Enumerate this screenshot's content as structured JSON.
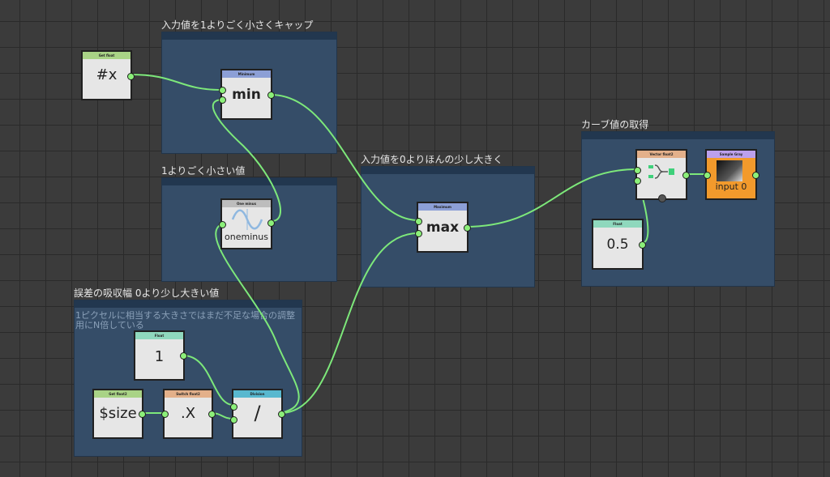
{
  "frames": {
    "cap": {
      "title": "入力値を1よりごく小さくキャップ"
    },
    "small": {
      "title": "1よりごく小さい値"
    },
    "eps": {
      "title": "誤差の吸収幅 0より少し大きい値",
      "note": "1ピクセルに相当する大きさではまだ不足な場合の調整用にN倍している"
    },
    "maxf": {
      "title": "入力値を0よりほんの少し大きく"
    },
    "curve": {
      "title": "カーブ値の取得"
    }
  },
  "nodes": {
    "getx": {
      "header": "Get float",
      "label": "#x"
    },
    "min": {
      "header": "Minimum",
      "label": "min"
    },
    "oneminus": {
      "header": "One minus",
      "label": "oneminus"
    },
    "float1": {
      "header": "Float",
      "label": "1"
    },
    "getsize": {
      "header": "Get float2",
      "label": "$size"
    },
    "switch": {
      "header": "Switch float2",
      "label": ".X"
    },
    "divide": {
      "header": "Division",
      "label": "/"
    },
    "max": {
      "header": "Maximum",
      "label": "max"
    },
    "vector": {
      "header": "Vector float2"
    },
    "sample": {
      "header": "Sample Gray",
      "label": "input 0"
    },
    "float05": {
      "header": "Float",
      "label": "0.5"
    }
  },
  "colors": {
    "wire": "#7de87a",
    "header_get": "#a9d386",
    "header_math": "#8c9fd6",
    "header_grey": "#bdbdbd",
    "header_float": "#8fd8bd",
    "header_switch": "#e3b08a",
    "header_div": "#58b8cf",
    "header_vector": "#e3b08a",
    "header_sample": "#bca0ec",
    "sample_bg": "#f29a2c"
  }
}
